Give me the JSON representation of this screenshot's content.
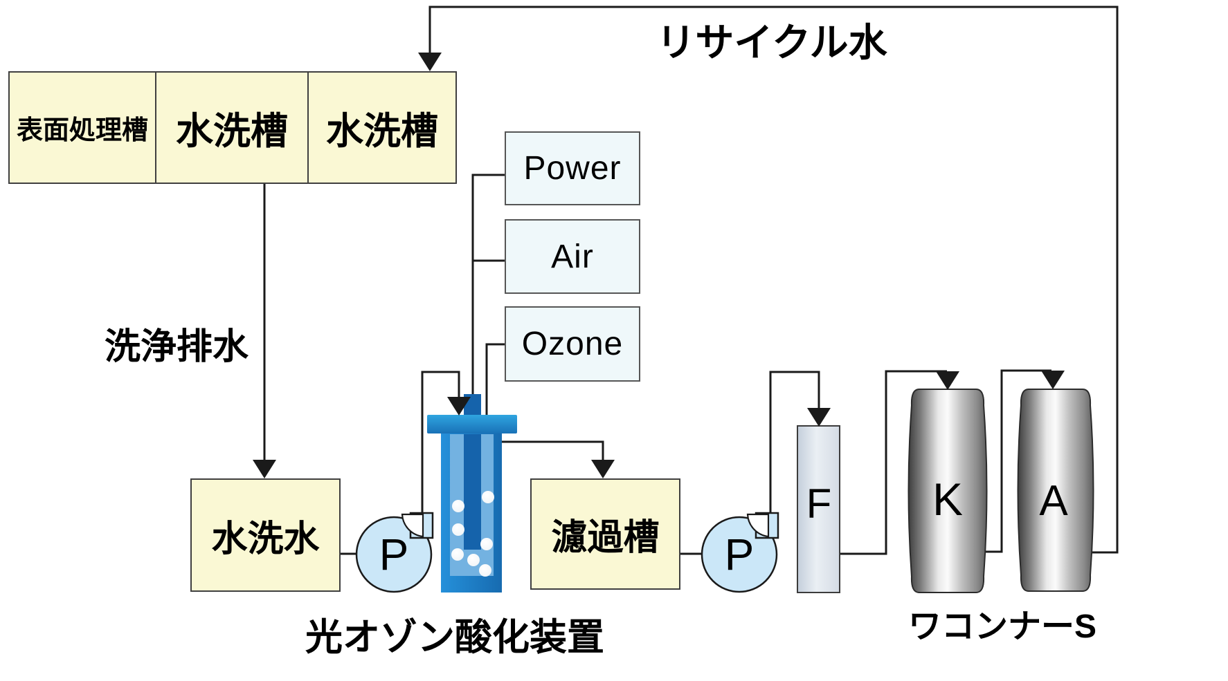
{
  "diagram": {
    "recycle_label": "リサイクル水",
    "drain_label": "洗浄排水",
    "tanks": [
      "表面処理槽",
      "水洗槽",
      "水洗槽"
    ],
    "rinse_water_tank": "水洗水",
    "filtration_tank": "濾過槽",
    "utilities": [
      "Power",
      "Air",
      "Ozone"
    ],
    "pump1_label": "P",
    "pump2_label": "P",
    "filter_column_label": "F",
    "column_k_label": "K",
    "column_a_label": "A",
    "reactor_caption": "光オゾン酸化装置",
    "columns_caption": "ワコンナーS"
  },
  "colors": {
    "tank_fill": "#FAF8D4",
    "tank_border": "#3F3F3F",
    "utility_fill": "#EFF8FA",
    "utility_border": "#555555",
    "pump_fill": "#CBE7F8",
    "line": "#1A1A1A",
    "reactor_light": "#73B2E1",
    "reactor_dark": "#1563AB",
    "cap_top": "#2FA5E0",
    "cap_bottom": "#1971B7",
    "body_left": "#2590DA",
    "body_right": "#176BB0"
  }
}
